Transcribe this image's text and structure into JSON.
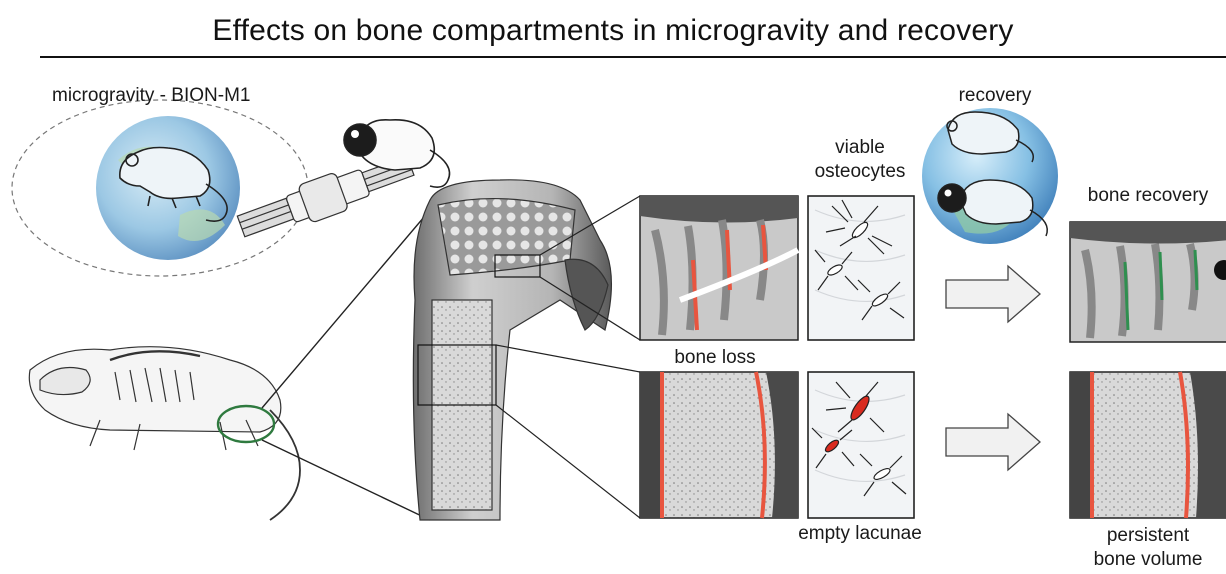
{
  "header": {
    "title": "Effects on bone compartments in microgravity and recovery"
  },
  "labels": {
    "microgravity": "microgravity - BION-M1",
    "recovery": "recovery",
    "viable_line1": "viable",
    "viable_line2": "osteocytes",
    "bone_recovery": "bone recovery",
    "bone_loss": "bone loss",
    "empty_lacunae": "empty lacunae",
    "persistent_line1": "persistent",
    "persistent_line2": "bone volume"
  },
  "colors": {
    "globe_blue": "#7fb6de",
    "globe_green": "#8fc8a8",
    "bone_loss_red": "#e8553f",
    "recovery_green": "#2f8f4f",
    "highlight_ring": "#2f7a3f"
  }
}
